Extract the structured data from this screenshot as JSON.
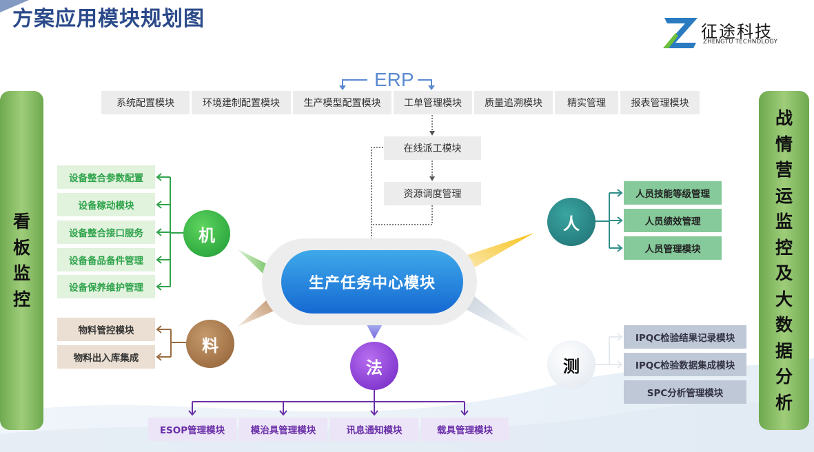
{
  "title": "方案应用模块规划图",
  "logo": {
    "name": "征途科技",
    "sub": "ZHENGTU TECHNOLOGY",
    "icon": "z-logo-icon"
  },
  "erp": "ERP",
  "top_modules": [
    "系统配置模块",
    "环境建制配置模块",
    "生产模型配置模块",
    "工单管理模块",
    "质量追溯模块",
    "精实管理",
    "报表管理模块"
  ],
  "middle_modules": [
    "在线派工模块",
    "资源调度管理"
  ],
  "center": "生产任务中心模块",
  "left_panel": [
    "看",
    "板",
    "监",
    "控"
  ],
  "right_panel": [
    "战",
    "情",
    "营",
    "运",
    "监",
    "控",
    "及",
    "大",
    "数",
    "据",
    "分",
    "析"
  ],
  "machine": {
    "label": "机",
    "items": [
      "设备整合参数配置",
      "设备稼动模块",
      "设备整合接口服务",
      "设备备品备件管理",
      "设备保养维护管理"
    ]
  },
  "material": {
    "label": "料",
    "items": [
      "物料管控模块",
      "物料出入库集成"
    ]
  },
  "method": {
    "label": "法",
    "items": [
      "ESOP管理模块",
      "模治具管理模块",
      "讯息通知模块",
      "载具管理模块"
    ]
  },
  "people": {
    "label": "人",
    "items": [
      "人员技能等级管理",
      "人员绩效管理",
      "人员管理模块"
    ]
  },
  "measure": {
    "label": "测",
    "items": [
      "IPQC检验结果记录模块",
      "IPQC检验数据集成模块",
      "SPC分析管理模块"
    ]
  },
  "colors": {
    "title": "#2b4a8a",
    "machine": "#2ea34a",
    "material": "#9a6b3f",
    "method": "#8a3fd1",
    "people": "#2e8c8a",
    "measure": "#dfe6ee",
    "center": "#1f7fe0",
    "erp": "#5b8ad0"
  }
}
